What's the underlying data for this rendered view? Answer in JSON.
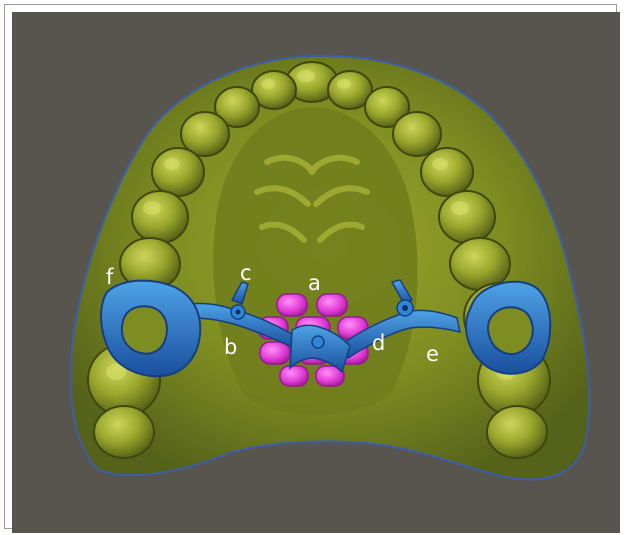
{
  "figure": {
    "labels": {
      "a": "a",
      "b": "b",
      "c": "c",
      "d": "d",
      "e": "e",
      "f": "f"
    }
  },
  "colors": {
    "background": "#58554f",
    "model_outline": "#3d5ea8",
    "model_light": "#b4bf41",
    "model_mid": "#7e8d21",
    "model_dark": "#3e4810",
    "appliance_blue": "#1f6fc6",
    "appliance_light": "#4fa3e6",
    "screw_pink": "#e23fd8"
  }
}
